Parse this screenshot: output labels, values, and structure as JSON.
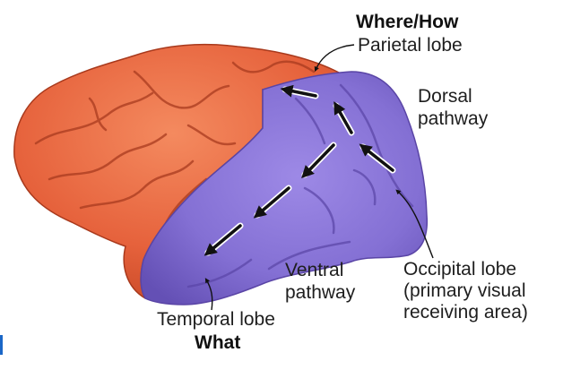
{
  "labels": {
    "where_how": "Where/How",
    "parietal": "Parietal lobe",
    "dorsal_1": "Dorsal",
    "dorsal_2": "pathway",
    "ventral_1": "Ventral",
    "ventral_2": "pathway",
    "occipital_1": "Occipital lobe",
    "occipital_2": "(primary visual",
    "occipital_3": "receiving area)",
    "temporal": "Temporal lobe",
    "what": "What"
  },
  "colors": {
    "brain_orange": "#e9643f",
    "brain_orange_dark": "#b8391d",
    "pathway_purple": "#8a74d6",
    "pathway_purple_dark": "#5a45a6",
    "arrow": "#111111"
  }
}
